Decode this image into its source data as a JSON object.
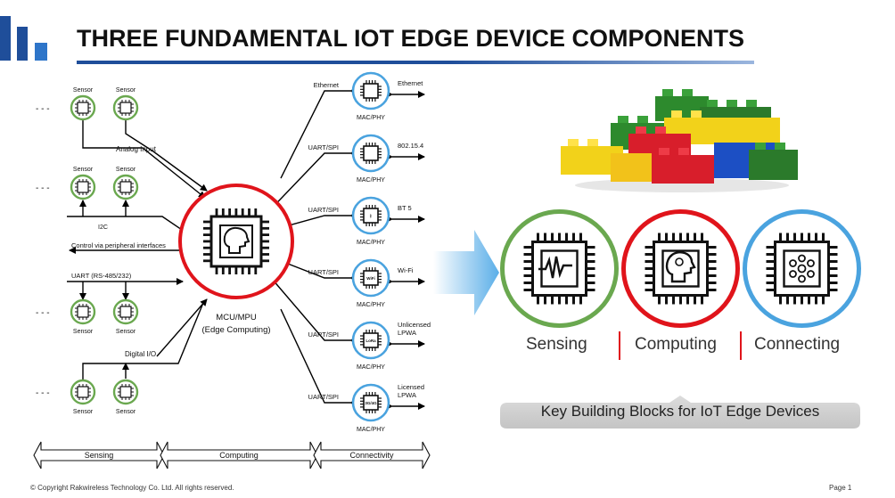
{
  "header": {
    "title": "THREE FUNDAMENTAL IOT EDGE DEVICE COMPONENTS"
  },
  "diagram": {
    "sensor_label": "Sensor",
    "ellipsis": "- - -",
    "analog_input": "Analog Input",
    "i2c": "I2C",
    "control_label": "Control via peripheral interfaces",
    "uart_rs": "UART (RS-485/232)",
    "digital_io": "Digital I/O",
    "mcu_line1": "MCU/MPU",
    "mcu_line2": "(Edge Computing)",
    "mac_phy": "MAC/PHY",
    "links": [
      {
        "left": "Ethernet",
        "right": [
          "Ethernet"
        ],
        "glyph": ""
      },
      {
        "left": "UART/SPI",
        "right": [
          "802.15.4"
        ],
        "glyph": ""
      },
      {
        "left": "UART/SPI",
        "right": [
          "BT 5"
        ],
        "glyph": "ᛒ"
      },
      {
        "left": "UART/SPI",
        "right": [
          "Wi-Fi"
        ],
        "glyph": "WiFi"
      },
      {
        "left": "UART/SPI",
        "right": [
          "Unlicensed",
          "LPWA"
        ],
        "glyph": "LoRa"
      },
      {
        "left": "UART/SPI",
        "right": [
          "Licensed",
          "LPWA"
        ],
        "glyph": "3G/4G"
      }
    ],
    "bottom": {
      "sensing": "Sensing",
      "computing": "Computing",
      "connectivity": "Connectivity"
    }
  },
  "components": [
    {
      "label": "Sensing",
      "color": "#6aa84f"
    },
    {
      "label": "Computing",
      "color": "#e0141b"
    },
    {
      "label": "Connecting",
      "color": "#4aa3df"
    }
  ],
  "divider_color": "#e0141b",
  "tagline": "Key Building Blocks for IoT Edge Devices",
  "footer": {
    "copyright": "© Copyright Rakwireless Technology Co. Ltd. All rights reserved.",
    "page": "Page 1"
  }
}
